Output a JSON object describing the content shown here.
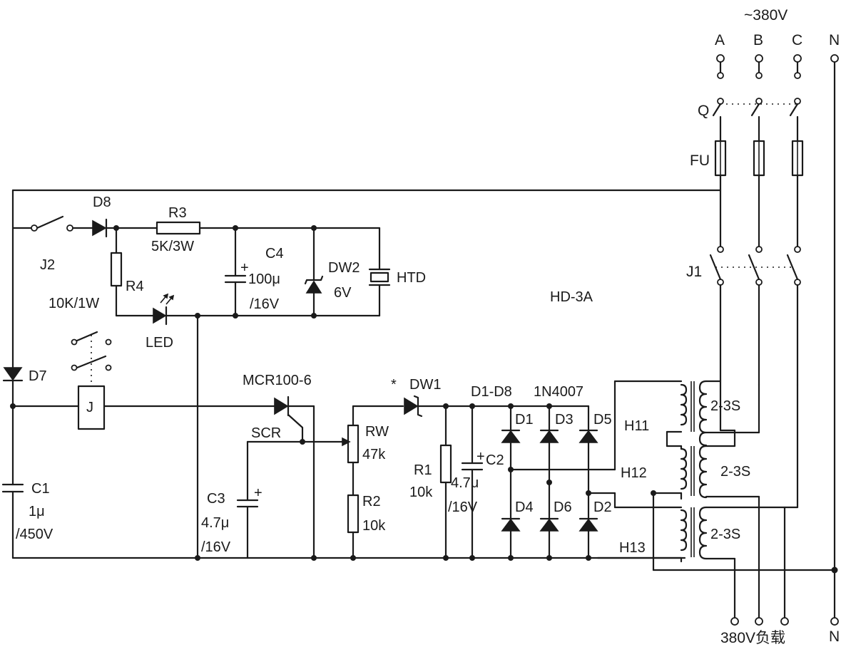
{
  "supply": {
    "voltage": "~380V",
    "phase_a": "A",
    "phase_b": "B",
    "phase_c": "C",
    "neutral_top": "N",
    "neutral_bottom": "N",
    "load": "380V负载"
  },
  "switch_q": {
    "ref": "Q"
  },
  "fuse": {
    "ref": "FU"
  },
  "contactor_j1": {
    "ref": "J1"
  },
  "relay_switch_j2": {
    "ref": "J2"
  },
  "diode_d8": {
    "ref": "D8"
  },
  "resistor_r3": {
    "ref": "R3",
    "value": "5K/3W"
  },
  "resistor_r4": {
    "ref": "R4",
    "value": "10K/1W"
  },
  "cap_c4": {
    "ref": "C4",
    "value1": "100μ",
    "value2": "/16V"
  },
  "zener_dw2": {
    "ref": "DW2",
    "value": "6V"
  },
  "buzzer": {
    "ref": "HTD"
  },
  "led": {
    "ref": "LED"
  },
  "model": {
    "ref": "HD-3A"
  },
  "diode_d7": {
    "ref": "D7"
  },
  "relay_j": {
    "ref": "J"
  },
  "cap_c1": {
    "ref": "C1",
    "value1": "1μ",
    "value2": "/450V"
  },
  "scr": {
    "part": "MCR100-6",
    "ref": "SCR"
  },
  "cap_c3": {
    "ref": "C3",
    "value1": "4.7μ",
    "value2": "/16V"
  },
  "pot_rw": {
    "ref": "RW",
    "value": "47k"
  },
  "resistor_r2": {
    "ref": "R2",
    "value": "10k"
  },
  "zener_dw1": {
    "mark": "*",
    "ref": "DW1"
  },
  "resistor_r1": {
    "ref": "R1",
    "value": "10k"
  },
  "cap_c2": {
    "ref": "C2",
    "value1": "4.7μ",
    "value2": "/16V"
  },
  "bridge": {
    "group": "D1-D8",
    "part": "1N4007",
    "top": [
      "D1",
      "D3",
      "D5"
    ],
    "bottom": [
      "D4",
      "D6",
      "D2"
    ]
  },
  "transformers": [
    {
      "ref": "H11",
      "spec": "2-3S"
    },
    {
      "ref": "H12",
      "spec": "2-3S"
    },
    {
      "ref": "H13",
      "spec": "2-3S"
    }
  ]
}
